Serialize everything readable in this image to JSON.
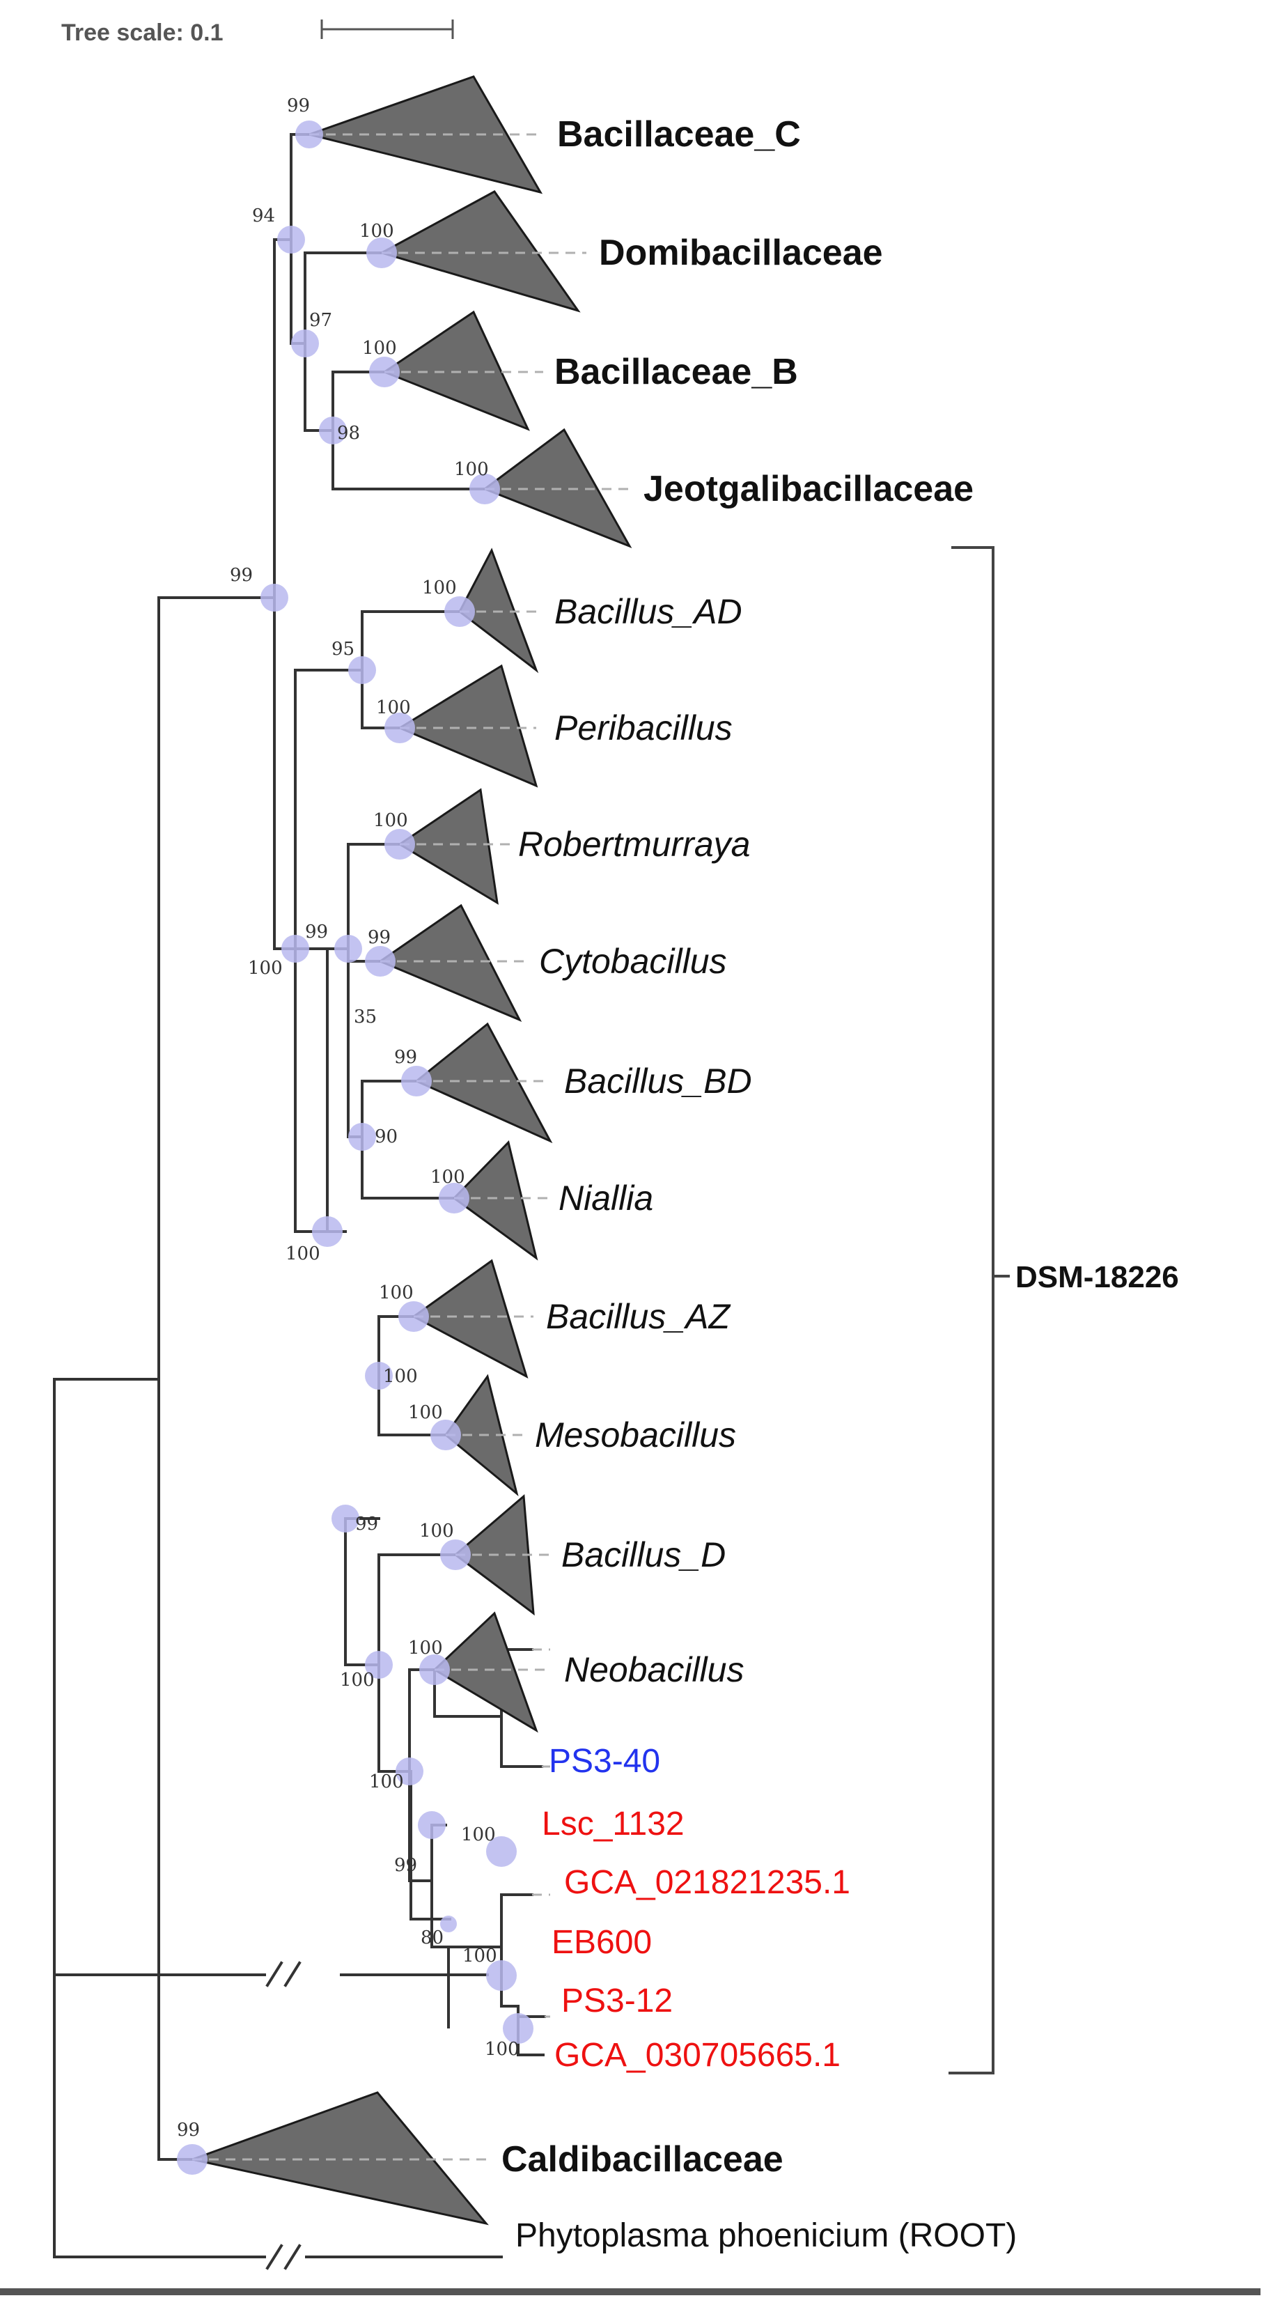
{
  "scale": {
    "label": "Tree scale: 0.1"
  },
  "group": {
    "label": "DSM-18226"
  },
  "colors": {
    "blue_strain": "#2233ee",
    "red_strain": "#ee1111"
  },
  "families": {
    "bacillaceae_c": "Bacillaceae_C",
    "domibacillaceae": "Domibacillaceae",
    "bacillaceae_b": "Bacillaceae_B",
    "jeotgalibacillaceae": "Jeotgalibacillaceae",
    "caldibacillaceae": "Caldibacillaceae"
  },
  "genera": {
    "bacillus_ad": "Bacillus_AD",
    "peribacillus": "Peribacillus",
    "robertmurraya": "Robertmurraya",
    "cytobacillus": "Cytobacillus",
    "bacillus_bd": "Bacillus_BD",
    "niallia": "Niallia",
    "bacillus_az": "Bacillus_AZ",
    "mesobacillus": "Mesobacillus",
    "bacillus_d": "Bacillus_D",
    "neobacillus": "Neobacillus"
  },
  "strains": {
    "ps3_40": "PS3-40",
    "lsc_1132": "Lsc_1132",
    "gca_021821235": "GCA_021821235.1",
    "eb600": "EB600",
    "ps3_12": "PS3-12",
    "gca_030705665": "GCA_030705665.1"
  },
  "root": {
    "label": "Phytoplasma phoenicium (ROOT)"
  },
  "support": {
    "bacillaceae_c": "99",
    "n94": "94",
    "domibacillaceae": "100",
    "n97": "97",
    "bacillaceae_b": "100",
    "n98": "98",
    "jeotgalibacillaceae": "100",
    "n99_main": "99",
    "bacillus_ad": "100",
    "n95": "95",
    "peribacillus": "100",
    "robertmurraya": "100",
    "n99_b": "99",
    "n100_c": "100",
    "cytobacillus": "99",
    "n35": "35",
    "bacillus_bd": "99",
    "n90": "90",
    "niallia": "100",
    "n100_d": "100",
    "bacillus_az": "100",
    "n100_e": "100",
    "mesobacillus": "100",
    "n99_f": "99",
    "bacillus_d": "100",
    "n100_g": "100",
    "neobacillus": "100",
    "n100_h": "100",
    "n99_i": "99",
    "lsc_pair": "100",
    "n80": "80",
    "eb600_node": "100",
    "ps3_12_pair": "100",
    "caldibacillaceae": "99"
  }
}
